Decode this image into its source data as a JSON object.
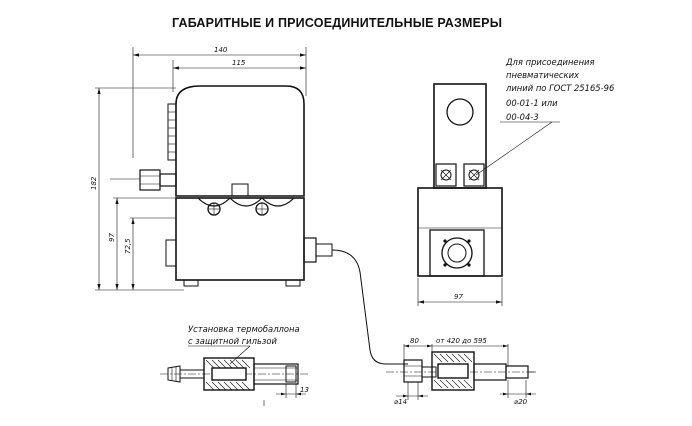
{
  "title": "ГАБАРИТНЫЕ И ПРИСОЕДИНИТЕЛЬНЫЕ РАЗМЕРЫ",
  "dimensions": {
    "width_total": "140",
    "width_body": "115",
    "height_total": "182",
    "height_base": "97",
    "height_mid": "72,5",
    "side_width": "97",
    "probe_80": "80",
    "probe_length": "от 420 до 595",
    "probe_dia_14": "⌀14",
    "probe_dia_20": "⌀20",
    "thermo_13": "13"
  },
  "callout_connection": [
    "Для присоединения",
    "пневматических",
    "линий по ГОСТ 25165-96",
    "00-01-1 или",
    "00-04-3"
  ],
  "callout_thermo": [
    "Установка термобаллона",
    "с защитной гильзой"
  ]
}
